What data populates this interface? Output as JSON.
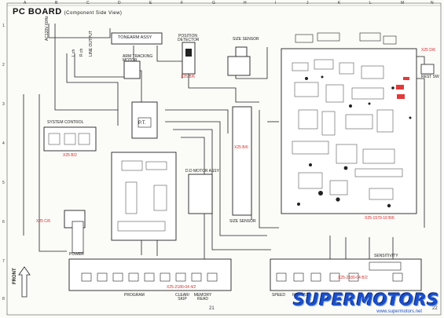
{
  "title": "PC BOARD",
  "subtitle": "(Component Side View)",
  "column_letters": [
    "A",
    "B",
    "C",
    "D",
    "E",
    "F",
    "G",
    "H",
    "I",
    "J",
    "K",
    "L",
    "M",
    "N"
  ],
  "row_numbers": [
    "1",
    "2",
    "3",
    "4",
    "5",
    "6",
    "7",
    "8"
  ],
  "labels": {
    "power_in": "AC120V 60Hz",
    "line_output": "LINE OUTPUT",
    "lch": "L ch",
    "rch": "R ch",
    "tonearm": "TONEARM ASSY",
    "arm_motor": "ARM TRACKING MOTOR",
    "pos_detector": "POSITION DETECTOR",
    "size_sensor_top": "SIZE SENSOR",
    "system_control": "SYSTEM CONTROL",
    "dd_motor": "D.D MOTOR ASSY",
    "size_sensor_bottom": "SIZE SENSOR",
    "power": "POWER",
    "program": "PROGRAM",
    "clear_skip": "CLEAR/ SKIP",
    "memory_read": "MEMORY READ",
    "sensitivity": "SENSITIVITY",
    "speed": "SPEED",
    "repeat": "REPEAT",
    "rest_sw": "REST SW",
    "front": "FRONT",
    "pt": "P.T."
  },
  "ref_codes": {
    "main": "X25-1570-10 B/6",
    "upper_right": "X25 D/6",
    "system": "X25 B/2",
    "center": "X25 B/6",
    "left_bottom": "X25 C/6",
    "bottom_left": "X25-2180-04 4/2",
    "bottom_right": "X25-2180-04 B/2",
    "pos_det": "X25 B/6"
  },
  "page_numbers": {
    "left": "21",
    "right": "22"
  },
  "watermark": {
    "brand": "SUPERMOTORS",
    "url": "www.supermotors.net"
  },
  "colors": {
    "ink": "#222222",
    "ref_red": "#d12a2a",
    "watermark_blue": "#1c4fc8"
  }
}
